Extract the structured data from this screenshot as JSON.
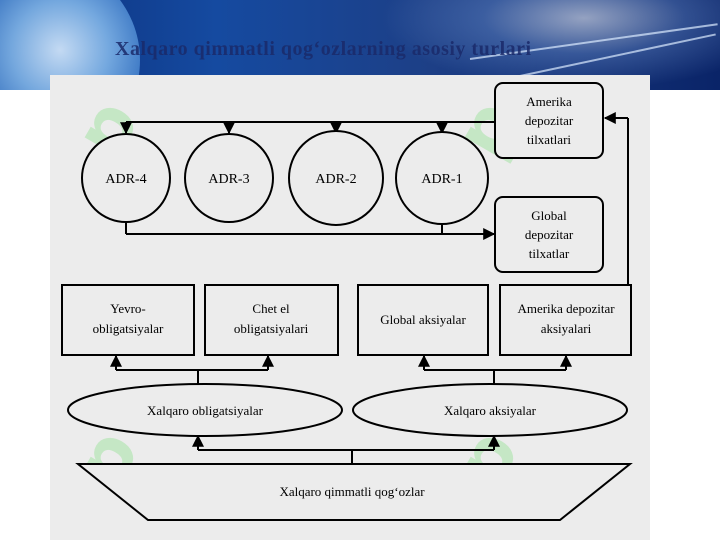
{
  "slide": {
    "title": "Xalqaro qimmatli qog‘ozlarning asosiy turlari"
  },
  "diagram": {
    "adr_circles": [
      "ADR-4",
      "ADR-3",
      "ADR-2",
      "ADR-1"
    ],
    "american_depositary": [
      "Amerika",
      "depozitar",
      "tilxatlari"
    ],
    "global_depositary": [
      "Global",
      "depozitar",
      "tilxatlar"
    ],
    "eurobonds": [
      "Yevro-",
      "obligatsiyalar"
    ],
    "foreign_bonds": [
      "Chet el",
      "obligatsiyalari"
    ],
    "global_shares": "Global aksiyalar",
    "american_depositary_shares": [
      "Amerika depozitar",
      "aksiyalari"
    ],
    "international_bonds": "Xalqaro obligatsiyalar",
    "international_shares": "Xalqaro aksiyalar",
    "international_securities": "Xalqaro qimmatli qog‘ozlar"
  },
  "colors": {
    "banner": "#154aa0",
    "panel": "#ececec",
    "line": "#000000",
    "watermark": "#7fe07f"
  }
}
